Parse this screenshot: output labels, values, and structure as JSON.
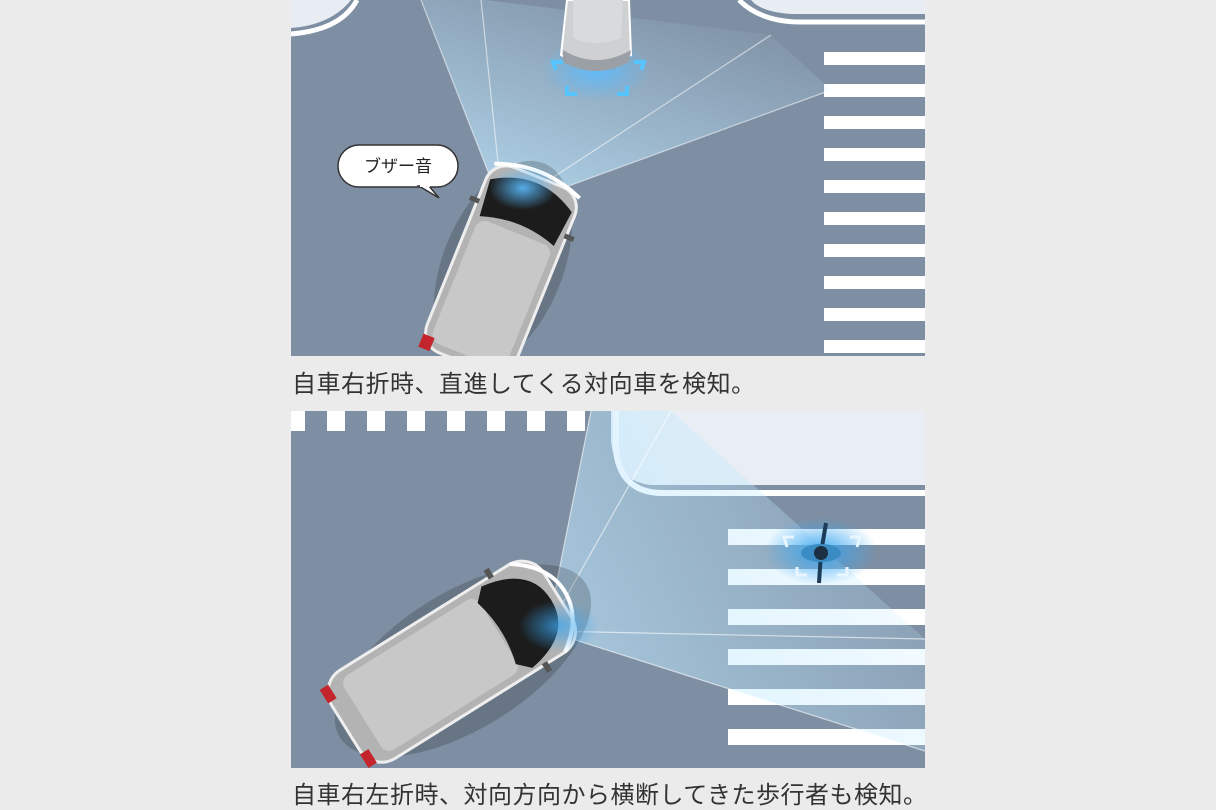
{
  "scene_top": {
    "bubble_text": "ブザー音",
    "caption": "自車右折時、直進してくる対向車を検知。"
  },
  "scene_bottom": {
    "caption": "自車右左折時、対向方向から横断してきた歩行者も検知。"
  },
  "colors": {
    "road": "#7e8fa3",
    "marking": "#ffffff",
    "sidewalk": "#e9eef4",
    "sensor_beam": "#9ed8f5",
    "detect_highlight": "#3aa6f0",
    "car_body": "#c9c9c9",
    "tail_light": "#c4252c"
  }
}
